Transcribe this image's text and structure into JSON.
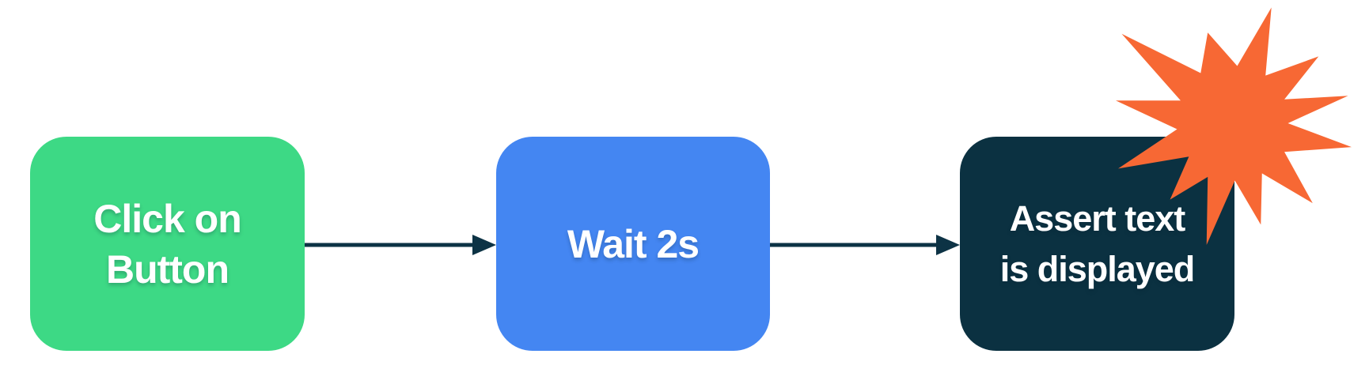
{
  "diagram": {
    "nodes": [
      {
        "name": "click-on-button",
        "lines": [
          "Click on",
          "Button"
        ],
        "color": "#3DD985"
      },
      {
        "name": "wait-2s",
        "lines": [
          "Wait 2s"
        ],
        "color": "#4486F2"
      },
      {
        "name": "assert-text-is-displayed",
        "lines": [
          "Assert text",
          "is displayed"
        ],
        "color": "#0B3141"
      }
    ],
    "connectors": [
      {
        "from": "click-on-button",
        "to": "wait-2s"
      },
      {
        "from": "wait-2s",
        "to": "assert-text-is-displayed"
      }
    ],
    "accents": {
      "arrow_color": "#0D3345",
      "burst_color": "#F76834",
      "text_color": "#FFFFFF"
    }
  }
}
